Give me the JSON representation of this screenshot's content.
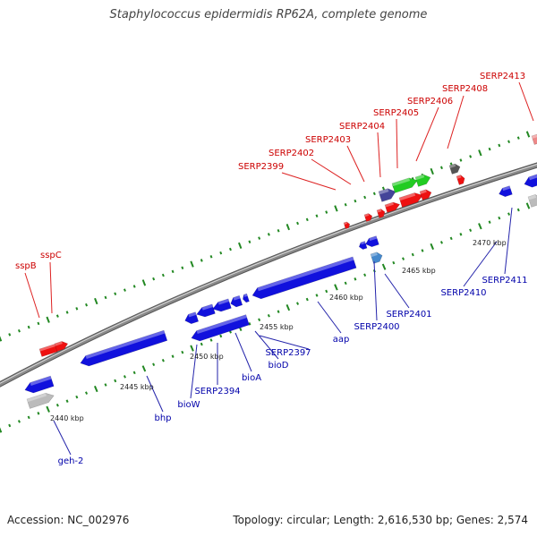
{
  "title": "Staphylococcus epidermidis RP62A, complete genome",
  "footer": {
    "accession": "Accession: NC_002976",
    "topology": "Topology: circular; Length: 2,616,530 bp; Genes: 2,574"
  },
  "colors": {
    "forward_gene": "#ee1111",
    "reverse_gene": "#1111dd",
    "green_gene": "#22cc22",
    "purple_gene": "#444499",
    "grey_gene": "#bbbbbb",
    "lightblue_gene": "#4488cc",
    "backbone": "#8a8a8a",
    "ticks": "#228822"
  },
  "ticks": [
    {
      "label": "2440 kbp"
    },
    {
      "label": "2445 kbp"
    },
    {
      "label": "2450 kbp"
    },
    {
      "label": "2455 kbp"
    },
    {
      "label": "2460 kbp"
    },
    {
      "label": "2465 kbp"
    },
    {
      "label": "2470 kbp"
    }
  ],
  "gene_labels_top": [
    {
      "name": "sspB"
    },
    {
      "name": "sspC"
    },
    {
      "name": "SERP2399"
    },
    {
      "name": "SERP2402"
    },
    {
      "name": "SERP2403"
    },
    {
      "name": "SERP2404"
    },
    {
      "name": "SERP2405"
    },
    {
      "name": "SERP2406"
    },
    {
      "name": "SERP2408"
    },
    {
      "name": "SERP2413"
    }
  ],
  "gene_labels_bottom": [
    {
      "name": "geh-2"
    },
    {
      "name": "bhp"
    },
    {
      "name": "bioW"
    },
    {
      "name": "SERP2394"
    },
    {
      "name": "bioA"
    },
    {
      "name": "bioD"
    },
    {
      "name": "SERP2397"
    },
    {
      "name": "aap"
    },
    {
      "name": "SERP2400"
    },
    {
      "name": "SERP2401"
    },
    {
      "name": "SERP2410"
    },
    {
      "name": "SERP2411"
    }
  ]
}
